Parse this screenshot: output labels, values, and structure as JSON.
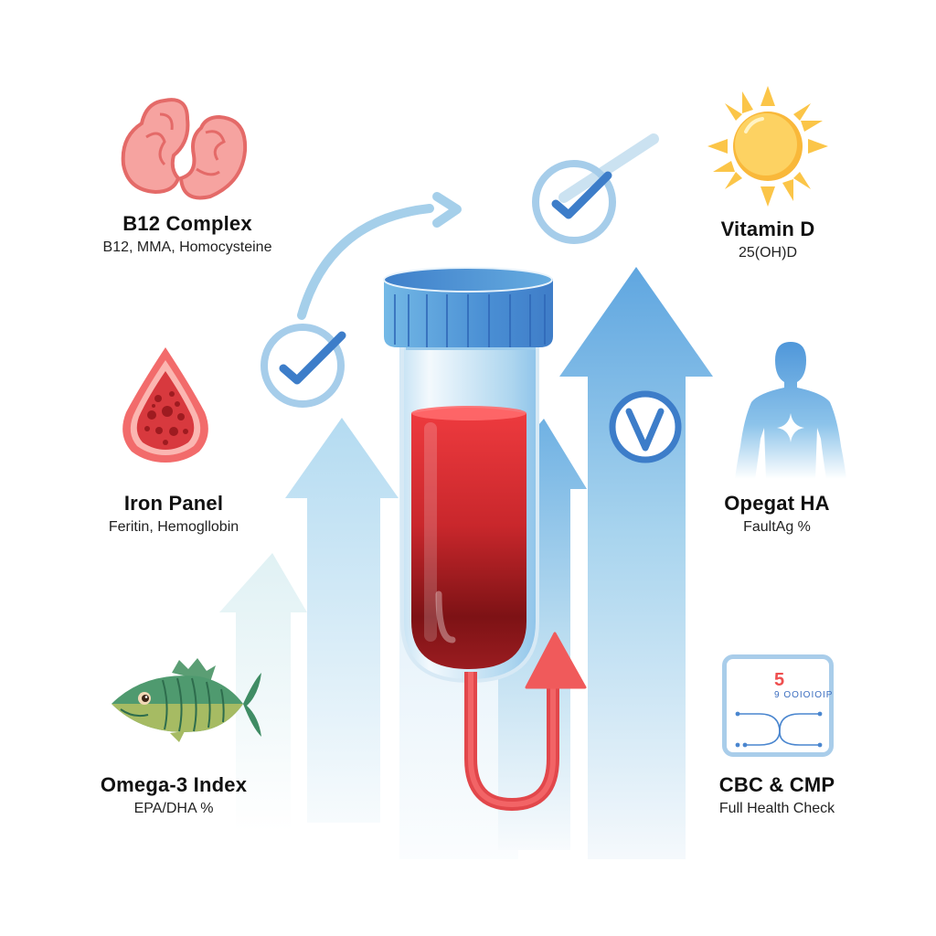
{
  "panels": {
    "b12": {
      "title": "B12 Complex",
      "subtitle": "B12, MMA, Homocysteine",
      "icon": "kidney-icon"
    },
    "vitamin_d": {
      "title": "Vitamin D",
      "subtitle": "25(OH)D",
      "icon": "sun-icon"
    },
    "iron": {
      "title": "Iron Panel",
      "subtitle": "Feritin, Hemogllobin",
      "icon": "blood-drop-icon"
    },
    "opegat": {
      "title": "Opegat HA",
      "subtitle": "FaultAg %",
      "icon": "human-body-icon"
    },
    "omega": {
      "title": "Omega-3 Index",
      "subtitle": "EPA/DHA %",
      "icon": "fish-icon"
    },
    "cbc": {
      "title": "CBC & CMP",
      "subtitle": "Full Health Check",
      "icon": "lab-report-icon"
    }
  },
  "lab_report_card": {
    "number": "5",
    "code": "9 OOIOIOIP"
  },
  "colors": {
    "blood_light": "#ef3b3f",
    "blood_dark": "#7d1215",
    "cap_blue": "#4a8fd4",
    "arrow_blue": "#6fb1e3",
    "check_blue": "#3d7dc9",
    "accent_red": "#f05a5b",
    "sun_yellow": "#fbc548",
    "fish_green": "#4f9a6f"
  }
}
